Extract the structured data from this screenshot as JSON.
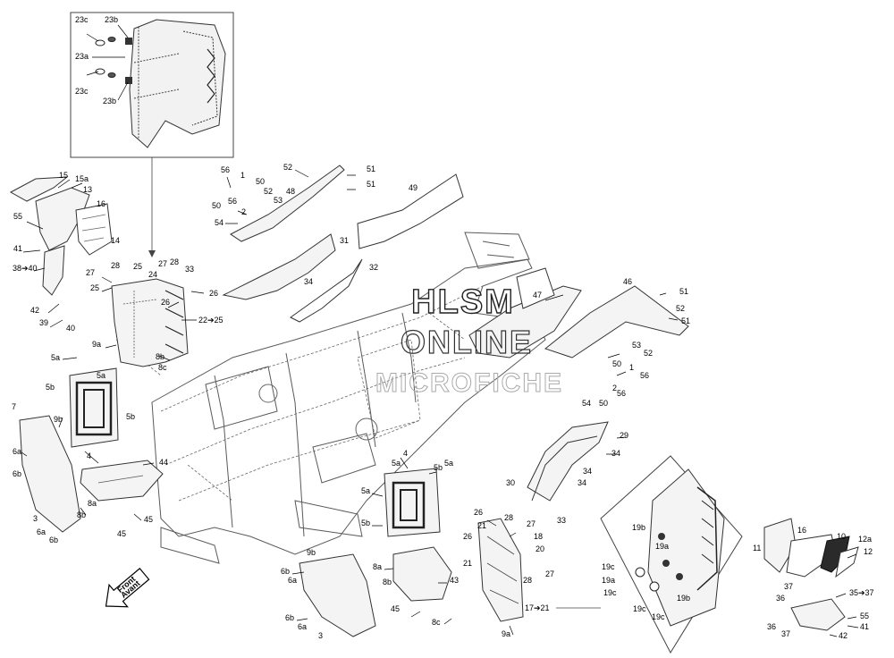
{
  "watermark": {
    "line1": "HLSM",
    "line2": "ONLINE",
    "line3": "MICROFICHE"
  },
  "front_badge": {
    "line1": "Front",
    "line2": "Avant"
  },
  "callouts": [
    {
      "id": "c1",
      "text": "23c"
    },
    {
      "id": "c2",
      "text": "23b"
    },
    {
      "id": "c3",
      "text": "23a"
    },
    {
      "id": "c4",
      "text": "23c"
    },
    {
      "id": "c5",
      "text": "23b"
    },
    {
      "id": "c6",
      "text": "15"
    },
    {
      "id": "c7",
      "text": "15a"
    },
    {
      "id": "c8",
      "text": "13"
    },
    {
      "id": "c9",
      "text": "16"
    },
    {
      "id": "c10",
      "text": "14"
    },
    {
      "id": "c11",
      "text": "55"
    },
    {
      "id": "c12",
      "text": "41"
    },
    {
      "id": "c13",
      "text": "38➔40"
    },
    {
      "id": "c14",
      "text": "42"
    },
    {
      "id": "c15",
      "text": "39"
    },
    {
      "id": "c16",
      "text": "40"
    },
    {
      "id": "c17",
      "text": "27"
    },
    {
      "id": "c18",
      "text": "28"
    },
    {
      "id": "c19",
      "text": "25"
    },
    {
      "id": "c20",
      "text": "24"
    },
    {
      "id": "c21",
      "text": "25"
    },
    {
      "id": "c22",
      "text": "26"
    },
    {
      "id": "c23",
      "text": "22➔25"
    },
    {
      "id": "c24",
      "text": "9a"
    },
    {
      "id": "c25",
      "text": "8b"
    },
    {
      "id": "c26",
      "text": "8c"
    },
    {
      "id": "c27",
      "text": "27"
    },
    {
      "id": "c28",
      "text": "28"
    },
    {
      "id": "c29",
      "text": "33"
    },
    {
      "id": "c30",
      "text": "26"
    },
    {
      "id": "c31",
      "text": "56"
    },
    {
      "id": "c32",
      "text": "1"
    },
    {
      "id": "c33",
      "text": "50"
    },
    {
      "id": "c34",
      "text": "56"
    },
    {
      "id": "c35",
      "text": "2"
    },
    {
      "id": "c36",
      "text": "54"
    },
    {
      "id": "c37",
      "text": "50"
    },
    {
      "id": "c38",
      "text": "52"
    },
    {
      "id": "c39",
      "text": "48"
    },
    {
      "id": "c40",
      "text": "53"
    },
    {
      "id": "c41",
      "text": "52"
    },
    {
      "id": "c42",
      "text": "51"
    },
    {
      "id": "c43",
      "text": "51"
    },
    {
      "id": "c44",
      "text": "49"
    },
    {
      "id": "c45",
      "text": "31"
    },
    {
      "id": "c46",
      "text": "34"
    },
    {
      "id": "c47",
      "text": "32"
    },
    {
      "id": "c48",
      "text": "5a"
    },
    {
      "id": "c49",
      "text": "5b"
    },
    {
      "id": "c50",
      "text": "5a"
    },
    {
      "id": "c51",
      "text": "5b"
    },
    {
      "id": "c52",
      "text": "7"
    },
    {
      "id": "c53",
      "text": "9b"
    },
    {
      "id": "c54",
      "text": "6a"
    },
    {
      "id": "c55",
      "text": "6b"
    },
    {
      "id": "c56",
      "text": "4"
    },
    {
      "id": "c57",
      "text": "44"
    },
    {
      "id": "c58",
      "text": "8b"
    },
    {
      "id": "c59",
      "text": "8a"
    },
    {
      "id": "c60",
      "text": "3"
    },
    {
      "id": "c61",
      "text": "6a"
    },
    {
      "id": "c62",
      "text": "6b"
    },
    {
      "id": "c63",
      "text": "45"
    },
    {
      "id": "c64",
      "text": "45"
    },
    {
      "id": "c65",
      "text": "47"
    },
    {
      "id": "c66",
      "text": "46"
    },
    {
      "id": "c67",
      "text": "51"
    },
    {
      "id": "c68",
      "text": "52"
    },
    {
      "id": "c69",
      "text": "51"
    },
    {
      "id": "c70",
      "text": "53"
    },
    {
      "id": "c71",
      "text": "52"
    },
    {
      "id": "c72",
      "text": "50"
    },
    {
      "id": "c73",
      "text": "1"
    },
    {
      "id": "c74",
      "text": "56"
    },
    {
      "id": "c75",
      "text": "2"
    },
    {
      "id": "c76",
      "text": "56"
    },
    {
      "id": "c77",
      "text": "54"
    },
    {
      "id": "c78",
      "text": "50"
    },
    {
      "id": "c79",
      "text": "29"
    },
    {
      "id": "c80",
      "text": "34"
    },
    {
      "id": "c81",
      "text": "30"
    },
    {
      "id": "c82",
      "text": "34"
    },
    {
      "id": "c83",
      "text": "34"
    },
    {
      "id": "c84",
      "text": "33"
    },
    {
      "id": "c85",
      "text": "4"
    },
    {
      "id": "c86",
      "text": "5a"
    },
    {
      "id": "c87",
      "text": "5b"
    },
    {
      "id": "c88",
      "text": "5a"
    },
    {
      "id": "c89",
      "text": "5b"
    },
    {
      "id": "c90",
      "text": "5a"
    },
    {
      "id": "c91",
      "text": "26"
    },
    {
      "id": "c92",
      "text": "21"
    },
    {
      "id": "c93",
      "text": "28"
    },
    {
      "id": "c94",
      "text": "27"
    },
    {
      "id": "c95",
      "text": "26"
    },
    {
      "id": "c96",
      "text": "18"
    },
    {
      "id": "c97",
      "text": "21"
    },
    {
      "id": "c98",
      "text": "20"
    },
    {
      "id": "c99",
      "text": "27"
    },
    {
      "id": "c100",
      "text": "28"
    },
    {
      "id": "c101",
      "text": "17➔21"
    },
    {
      "id": "c102",
      "text": "9b"
    },
    {
      "id": "c103",
      "text": "6b"
    },
    {
      "id": "c104",
      "text": "6a"
    },
    {
      "id": "c105",
      "text": "8a"
    },
    {
      "id": "c106",
      "text": "8b"
    },
    {
      "id": "c107",
      "text": "43"
    },
    {
      "id": "c108",
      "text": "45"
    },
    {
      "id": "c109",
      "text": "6b"
    },
    {
      "id": "c110",
      "text": "6a"
    },
    {
      "id": "c111",
      "text": "3"
    },
    {
      "id": "c112",
      "text": "8c"
    },
    {
      "id": "c113",
      "text": "9a"
    },
    {
      "id": "c114",
      "text": "19b"
    },
    {
      "id": "c115",
      "text": "19a"
    },
    {
      "id": "c116",
      "text": "19c"
    },
    {
      "id": "c117",
      "text": "19a"
    },
    {
      "id": "c118",
      "text": "19c"
    },
    {
      "id": "c119",
      "text": "19b"
    },
    {
      "id": "c120",
      "text": "19c"
    },
    {
      "id": "c121",
      "text": "19c"
    },
    {
      "id": "c122",
      "text": "16"
    },
    {
      "id": "c123",
      "text": "10"
    },
    {
      "id": "c124",
      "text": "12a"
    },
    {
      "id": "c125",
      "text": "11"
    },
    {
      "id": "c126",
      "text": "12"
    },
    {
      "id": "c127",
      "text": "37"
    },
    {
      "id": "c128",
      "text": "36"
    },
    {
      "id": "c129",
      "text": "35➔37"
    },
    {
      "id": "c130",
      "text": "55"
    },
    {
      "id": "c131",
      "text": "36"
    },
    {
      "id": "c132",
      "text": "41"
    },
    {
      "id": "c133",
      "text": "37"
    },
    {
      "id": "c134",
      "text": "42"
    }
  ]
}
